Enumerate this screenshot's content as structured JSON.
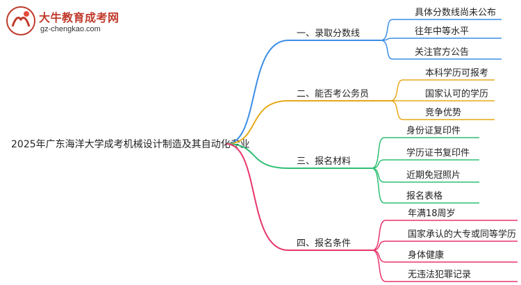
{
  "logo": {
    "title": "大牛教育成考网",
    "url": "gz-chengkao.com"
  },
  "root": {
    "label": "2025年广东海洋大学成考机械设计制造及其自动化专业"
  },
  "branches": [
    {
      "label": "一、录取分数线",
      "color": "#3a8ee6",
      "children": [
        "具体分数线尚未公布",
        "往年中等水平",
        "关注官方公告"
      ]
    },
    {
      "label": "二、能否考公务员",
      "color": "#e6a817",
      "children": [
        "本科学历可报考",
        "国家认可的学历",
        "竞争优势"
      ]
    },
    {
      "label": "三、报名材料",
      "color": "#2ebf73",
      "children": [
        "身份证复印件",
        "学历证书复印件",
        "近期免冠照片",
        "报名表格"
      ]
    },
    {
      "label": "四、报名条件",
      "color": "#e8336a",
      "children": [
        "年满18周岁",
        "国家承认的大专或同等学历",
        "身体健康",
        "无违法犯罪记录"
      ]
    }
  ]
}
